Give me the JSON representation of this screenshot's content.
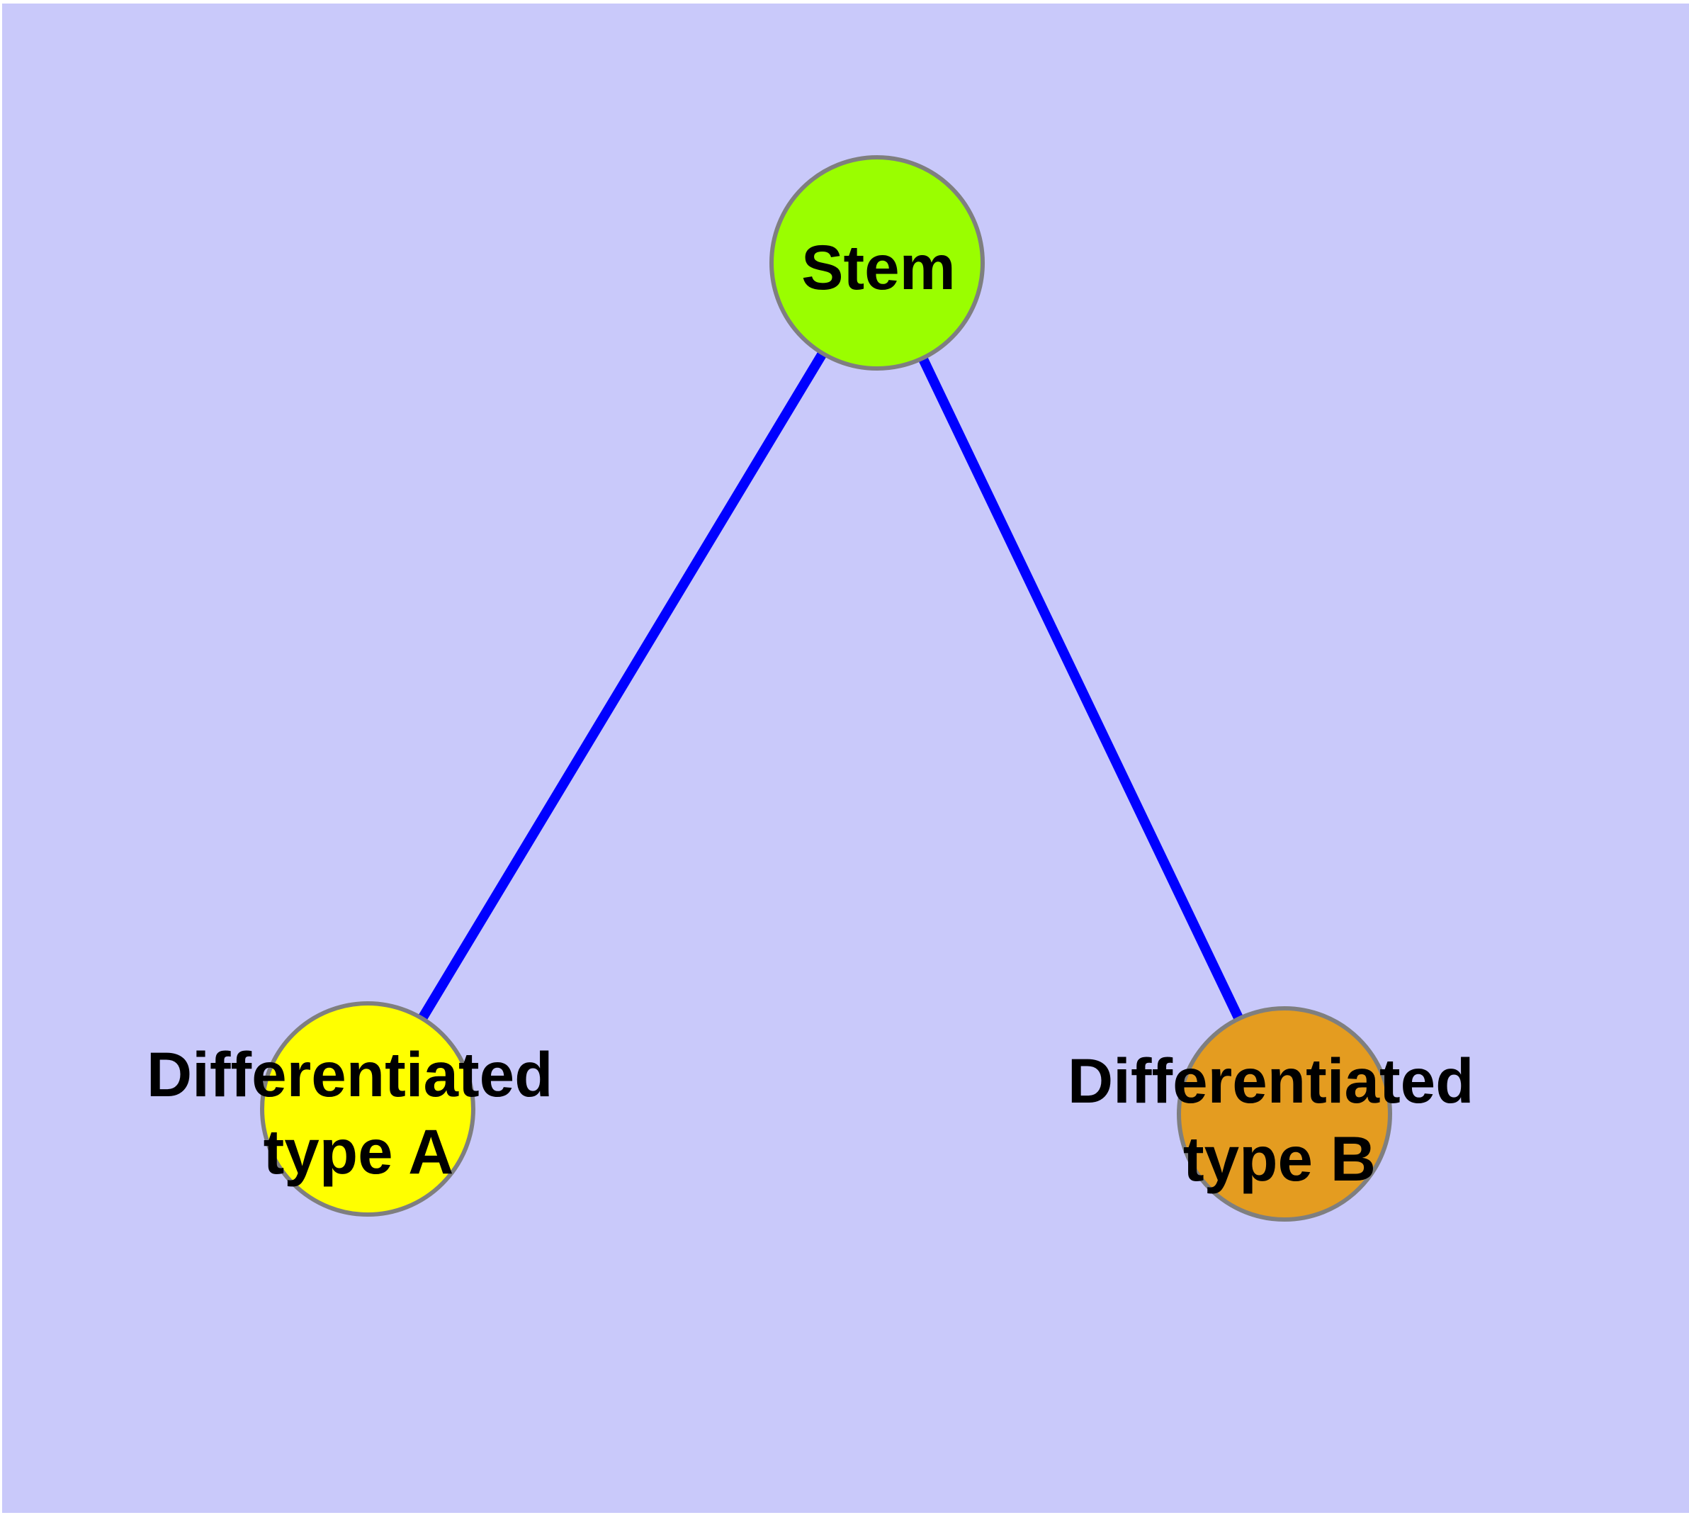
{
  "diagram": {
    "type": "node-link-graph",
    "background_color": "#c9c9fa",
    "margin_color": "#ffffff",
    "edge_color": "#0000ff",
    "node_border_color": "#7f7f7f",
    "label_color": "#000000",
    "nodes": {
      "stem": {
        "label": "Stem",
        "fill": "#9afe00"
      },
      "type_a": {
        "label_line1": "Differentiated",
        "label_line2": "type A",
        "fill": "#ffff00"
      },
      "type_b": {
        "label_line1": "Differentiated",
        "label_line2": "type B",
        "fill": "#e49c20"
      }
    },
    "edges": [
      {
        "from": "Stem",
        "to": "Differentiated type A"
      },
      {
        "from": "Stem",
        "to": "Differentiated type B"
      }
    ]
  }
}
